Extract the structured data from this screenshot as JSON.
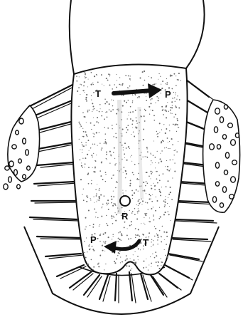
{
  "labels": {
    "t_top": "T",
    "p_top": "P",
    "r_center": "R",
    "p_bottom": "P",
    "t_bottom": "T"
  },
  "colors": {
    "ink": "#111111",
    "paper": "#ffffff",
    "stipple": "#6a6a6a"
  },
  "icons": {
    "top_arrow": "arrow-right-icon",
    "bottom_arrow": "curved-arrow-left-icon",
    "center_marker": "circle-icon"
  }
}
